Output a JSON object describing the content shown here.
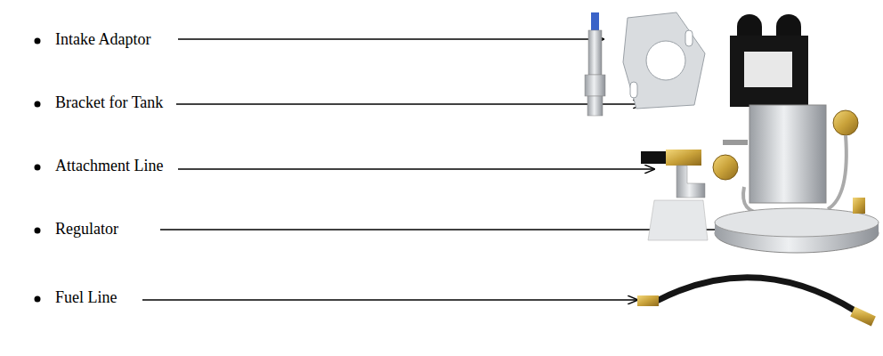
{
  "diagram": {
    "labels": [
      "Intake Adaptor",
      "Bracket for Tank",
      "Attachment Line",
      "Regulator",
      "Fuel Line"
    ]
  }
}
